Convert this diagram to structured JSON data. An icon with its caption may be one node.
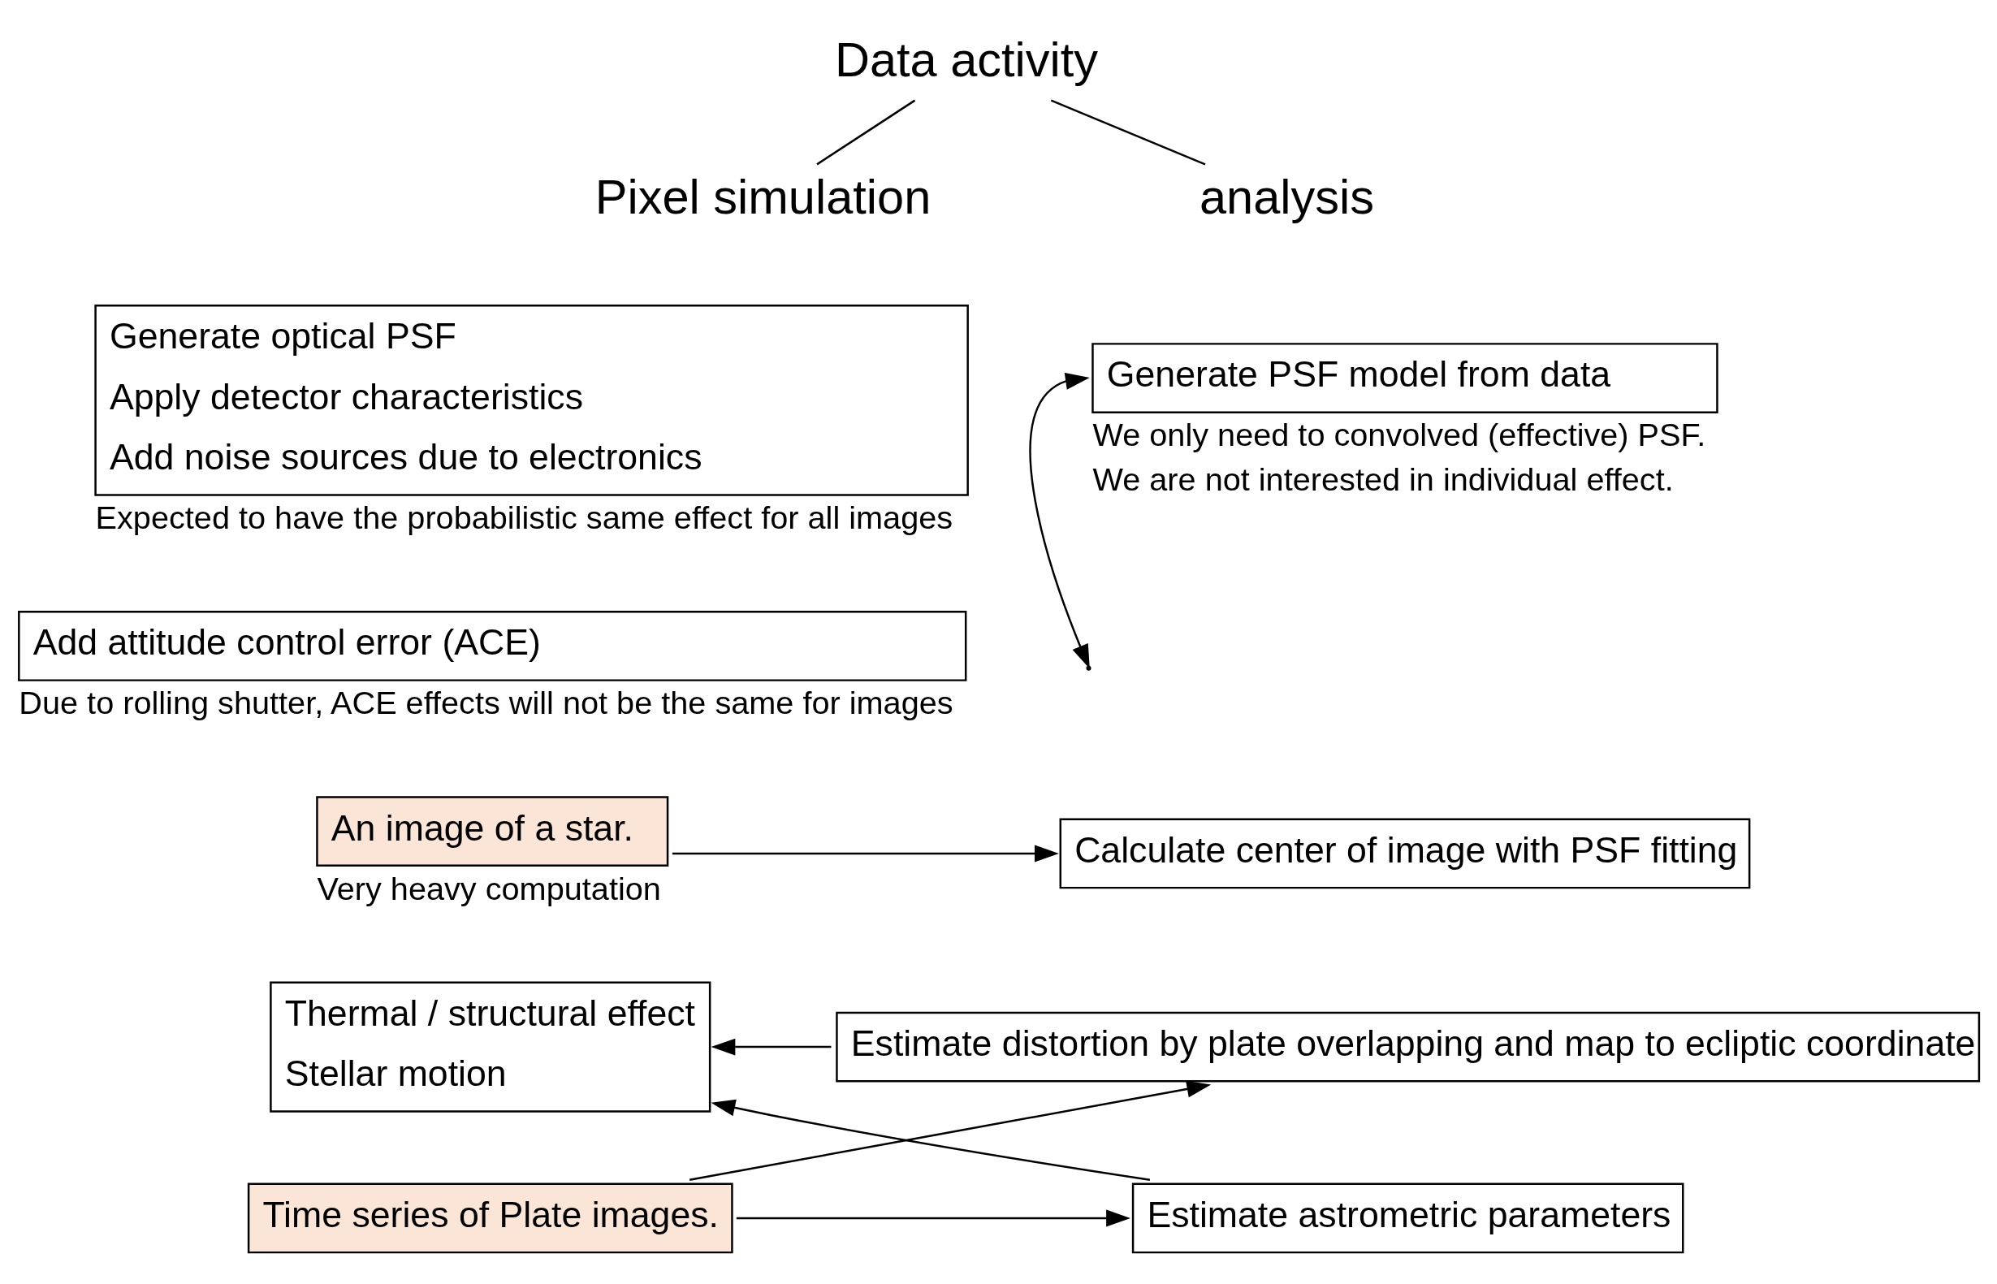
{
  "diagram": {
    "nodes": [
      {
        "text": [
          "Data activity"
        ]
      },
      {
        "text": [
          "Pixel simulation"
        ]
      },
      {
        "text": [
          "analysis"
        ]
      },
      {
        "text": [
          "Generate optical PSF",
          "Apply detector characteristics",
          "Add noise sources due to electronics"
        ],
        "beside": [
          "Expected to have the probabilistic same effect for all images"
        ]
      },
      {
        "text": [
          "Add attitude control error (ACE)"
        ],
        "beside": [
          "Due to rolling shutter, ACE effects will not be the same for images"
        ]
      },
      {
        "text": [
          "Generate PSF model from data"
        ],
        "beside": [
          "We only need to convolved (effective) PSF.",
          "We are not interested in individual effect."
        ]
      },
      {
        "text": [
          "An image of a star."
        ],
        "beside": [
          "Very heavy computation"
        ]
      },
      {
        "text": [
          "Calculate center of image with PSF fitting"
        ]
      },
      {
        "text": [
          "Thermal / structural effect",
          "Stellar motion"
        ]
      },
      {
        "text": [
          "Estimate distortion by plate overlapping and map to ecliptic coordinate"
        ]
      },
      {
        "text": [
          "Estimate astrometric parameters"
        ]
      },
      {
        "text": [
          "Time series of Plate images."
        ]
      }
    ],
    "edges": [
      {
        "from": 0,
        "to": 1,
        "arrow": "none"
      },
      {
        "from": 0,
        "to": 2,
        "arrow": "none"
      },
      {
        "from": null,
        "to": 5,
        "arrow": "both"
      },
      {
        "from": 6,
        "to": 7,
        "arrow": "to"
      },
      {
        "from": 9,
        "to": 8,
        "arrow": "to"
      },
      {
        "from": 10,
        "to": 8,
        "arrow": "to"
      },
      {
        "from": 11,
        "to": 9,
        "arrow": "to"
      },
      {
        "from": 11,
        "to": 10,
        "arrow": "to"
      }
    ]
  }
}
